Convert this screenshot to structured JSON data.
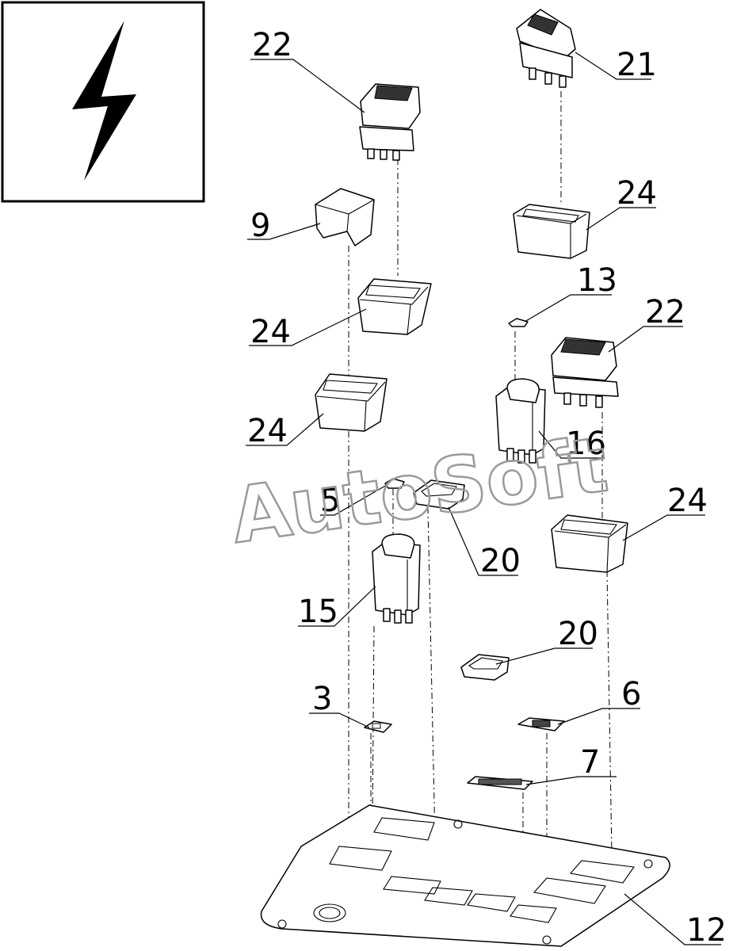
{
  "watermark": "AutoSoft",
  "icon": "lightning-bolt-icon",
  "callouts": [
    {
      "id": "c22a",
      "text": "22"
    },
    {
      "id": "c21",
      "text": "21"
    },
    {
      "id": "c9",
      "text": "9"
    },
    {
      "id": "c24a",
      "text": "24"
    },
    {
      "id": "c24b",
      "text": "24"
    },
    {
      "id": "c13",
      "text": "13"
    },
    {
      "id": "c22b",
      "text": "22"
    },
    {
      "id": "c24c",
      "text": "24"
    },
    {
      "id": "c16",
      "text": "16"
    },
    {
      "id": "c5",
      "text": "5"
    },
    {
      "id": "c24d",
      "text": "24"
    },
    {
      "id": "c20a",
      "text": "20"
    },
    {
      "id": "c15",
      "text": "15"
    },
    {
      "id": "c20b",
      "text": "20"
    },
    {
      "id": "c3",
      "text": "3"
    },
    {
      "id": "c6",
      "text": "6"
    },
    {
      "id": "c7",
      "text": "7"
    },
    {
      "id": "c12",
      "text": "12"
    }
  ]
}
